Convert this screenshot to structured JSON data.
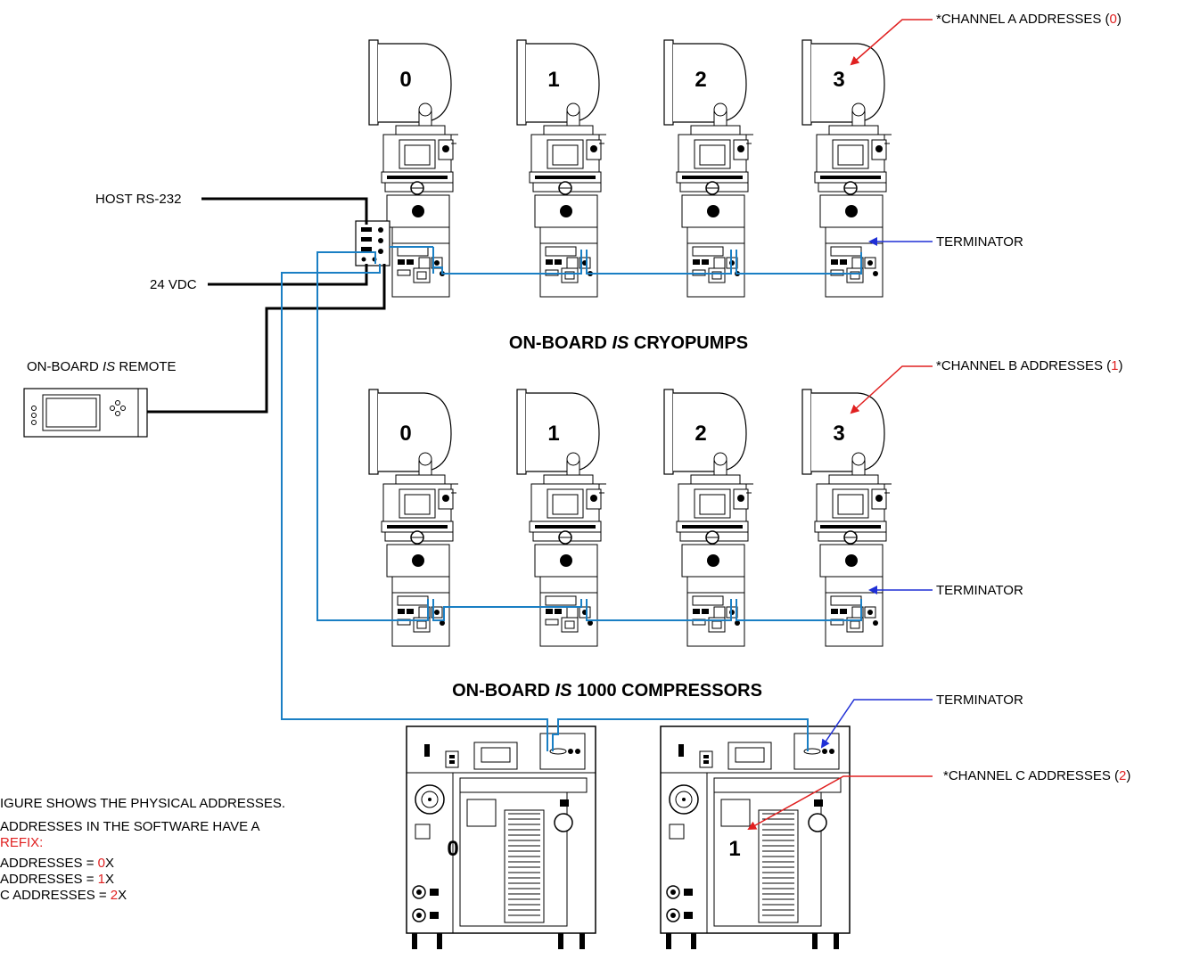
{
  "labels": {
    "host": "HOST RS-232",
    "vdc": "24 VDC",
    "remote_prefix": "ON-BOARD ",
    "remote_is": "IS",
    "remote_suffix": " REMOTE",
    "cryo_prefix": "ON-BOARD ",
    "cryo_is": "IS",
    "cryo_suffix": " CRYOPUMPS",
    "comp_prefix": "ON-BOARD ",
    "comp_is": "IS",
    "comp_suffix": " 1000 COMPRESSORS",
    "terminator": "TERMINATOR"
  },
  "channels": {
    "a": {
      "text": "*CHANNEL A ADDRESSES (",
      "num": "0",
      "close": ")"
    },
    "b": {
      "text": "*CHANNEL B ADDRESSES (",
      "num": "1",
      "close": ")"
    },
    "c": {
      "text": "*CHANNEL C ADDRESSES (",
      "num": "2",
      "close": ")"
    }
  },
  "pumps_row_a": [
    "0",
    "1",
    "2",
    "3"
  ],
  "pumps_row_b": [
    "0",
    "1",
    "2",
    "3"
  ],
  "compressors": [
    "0",
    "1"
  ],
  "note": {
    "line1": "IGURE SHOWS THE PHYSICAL ADDRESSES.",
    "line2": "ADDRESSES IN THE SOFTWARE HAVE A",
    "line3": "REFIX:",
    "rows": [
      {
        "label": " ADDRESSES  = ",
        "num": "0",
        "suffix": "X"
      },
      {
        "label": " ADDRESSES  = ",
        "num": "1",
        "suffix": "X"
      },
      {
        "label": "C ADDRESSES  = ",
        "num": "2",
        "suffix": "X"
      }
    ]
  },
  "colors": {
    "cable": "#1a7fc4",
    "arrow_red": "#e02020",
    "arrow_blue": "#1f2fd6",
    "ink": "#000000"
  }
}
